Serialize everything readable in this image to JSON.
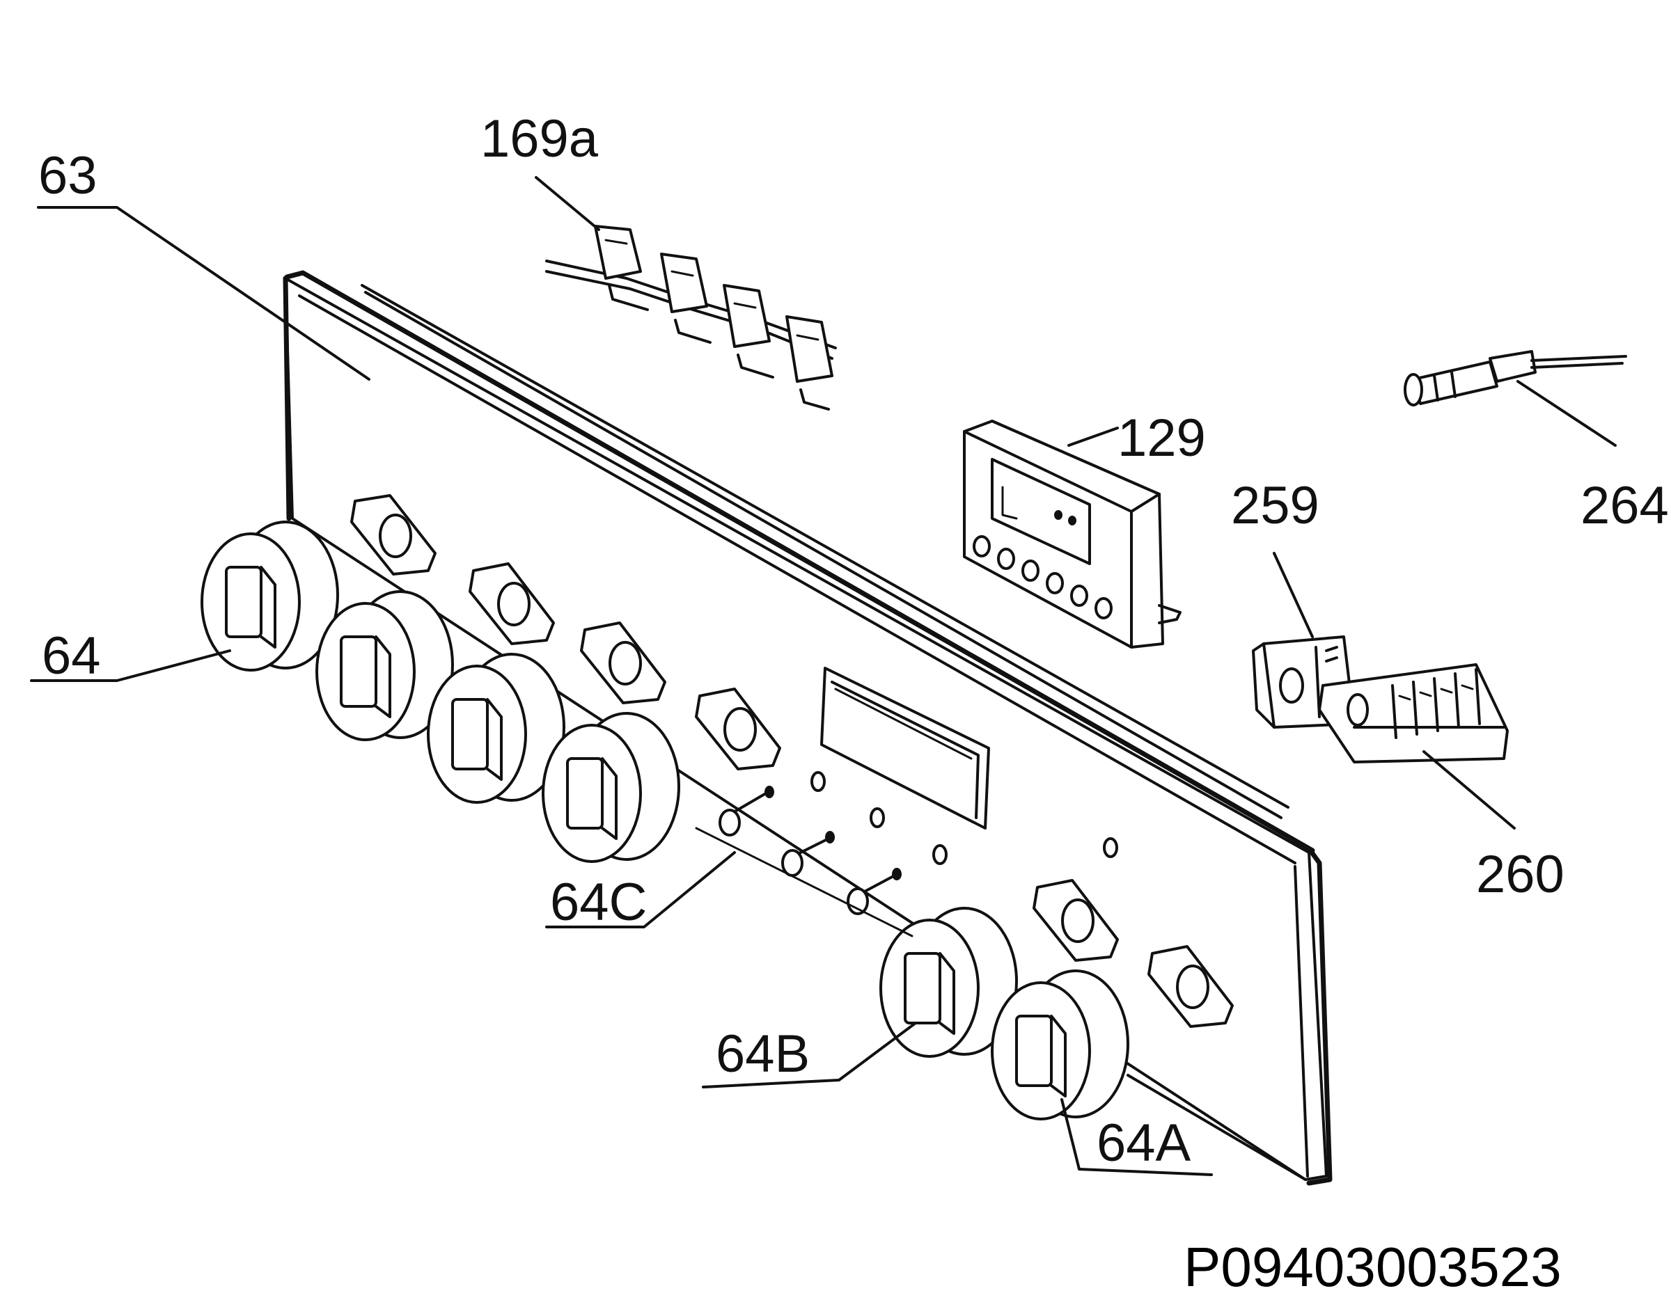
{
  "diagram": {
    "labels": {
      "l63": "63",
      "l169a": "169a",
      "l129": "129",
      "l264": "264",
      "l259": "259",
      "l64": "64",
      "l260": "260",
      "l64C": "64C",
      "l64B": "64B",
      "l64A": "64A"
    },
    "reference": "P09403003523"
  }
}
